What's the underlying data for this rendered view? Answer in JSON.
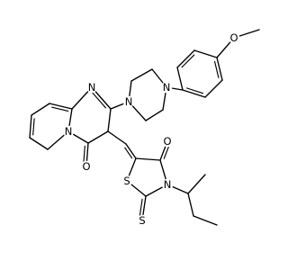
{
  "atoms": [
    {
      "id": "O_methoxy",
      "label": "O"
    },
    {
      "id": "N_piperazine_aryl",
      "label": "N"
    },
    {
      "id": "N_pyrimidine",
      "label": "N"
    },
    {
      "id": "N_piperazine_core",
      "label": "N"
    },
    {
      "id": "N_bridgehead",
      "label": "N"
    },
    {
      "id": "O_pyrimidinone",
      "label": "O"
    },
    {
      "id": "O_thiazolidinone",
      "label": "O"
    },
    {
      "id": "S_ring",
      "label": "S"
    },
    {
      "id": "N_thiazolidine",
      "label": "N"
    },
    {
      "id": "S_thione",
      "label": "S"
    }
  ]
}
